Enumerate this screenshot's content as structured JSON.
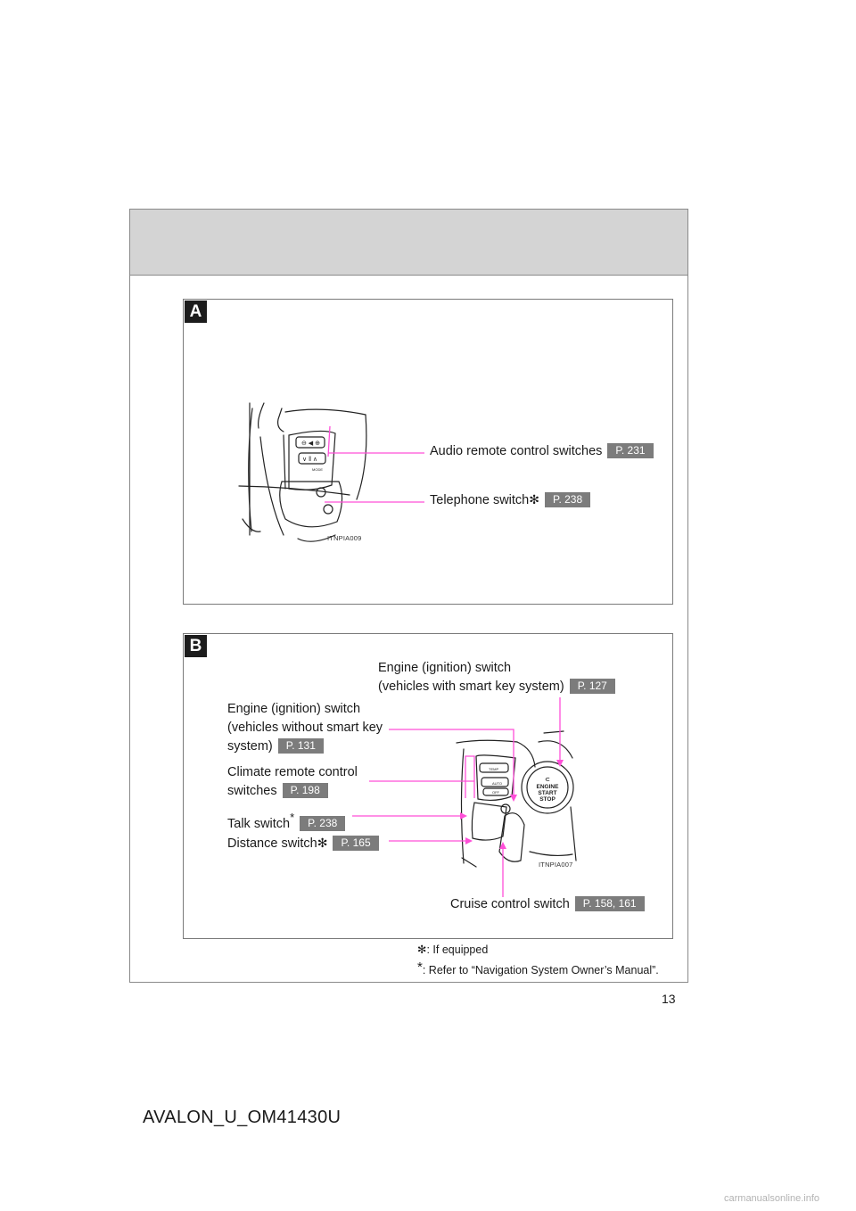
{
  "panels": {
    "a": {
      "tag": "A",
      "figure_id": "ITNPIA009",
      "audio": {
        "label": "Audio remote control switches",
        "page": "P. 231"
      },
      "telephone": {
        "label": "Telephone switch",
        "mark": "✻",
        "page": "P. 238"
      }
    },
    "b": {
      "tag": "B",
      "figure_id": "ITNPIA007",
      "engine_smart": {
        "line1": "Engine (ignition) switch",
        "line2": "(vehicles with smart key system)",
        "page": "P. 127"
      },
      "engine_nosmart": {
        "line1": "Engine (ignition) switch",
        "line2": "(vehicles without smart key",
        "line3": "system)",
        "page": "P. 131"
      },
      "climate": {
        "line1": "Climate remote control",
        "line2": "switches",
        "page": "P. 198"
      },
      "talk": {
        "label": "Talk switch",
        "mark": "*",
        "page": "P. 238"
      },
      "distance": {
        "label": "Distance switch",
        "mark": "✻",
        "page": "P. 165"
      },
      "cruise": {
        "label": "Cruise control switch",
        "page": "P. 158, 161"
      }
    }
  },
  "notes": {
    "equipped_mark": "✻",
    "equipped_text": ": If equipped",
    "nav_mark": "*",
    "nav_text": ": Refer to “Navigation System Owner’s Manual”."
  },
  "page_number": "13",
  "footer_code": "AVALON_U_OM41430U",
  "watermark": "carmanualsonline.info",
  "colors": {
    "leader_line": "#ff4fd8",
    "page_badge": "#7c7c7c",
    "header_band": "#d4d4d4"
  }
}
